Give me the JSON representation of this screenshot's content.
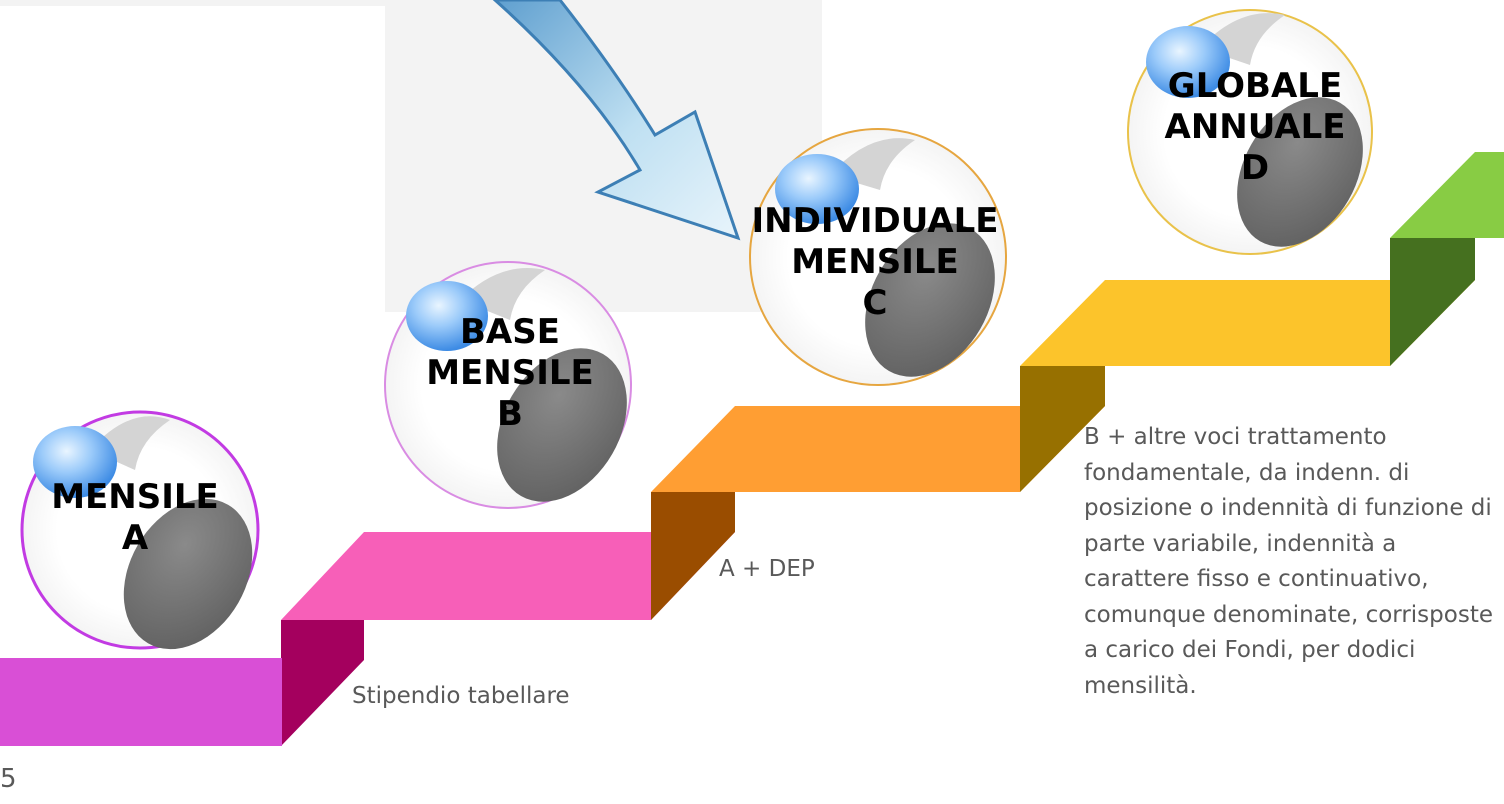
{
  "badges": {
    "a": {
      "line1": "MENSILE",
      "line2": "A"
    },
    "b": {
      "line1": "BASE",
      "line2": "MENSILE",
      "line3": "B"
    },
    "c": {
      "line1": "INDIVIDUALE",
      "line2": "MENSILE",
      "line3": "C"
    },
    "d": {
      "line1": "GLOBALE",
      "line2": "ANNUALE",
      "line3": "D"
    }
  },
  "labels": {
    "a": "Stipendio tabellare",
    "b": "A + DEP",
    "c": "B + altre voci trattamento fondamentale, da indenn. di posizione o indennità di funzione di parte variabile, indennità a carattere fisso e continuativo, comunque denominate, corrisposte a carico dei Fondi, per dodici mensilità."
  },
  "page_number": "5",
  "colors": {
    "step_a": "#D94FD6",
    "step_a_riser": "#A4005E",
    "step_b": "#F75FB8",
    "step_b_riser": "#9A4D00",
    "step_c": "#FF9E33",
    "step_c_riser": "#977000",
    "step_d": "#FCC42B",
    "step_d_riser": "#45701F",
    "step_e": "#88CC44",
    "arrow": "#8FC4E6"
  }
}
